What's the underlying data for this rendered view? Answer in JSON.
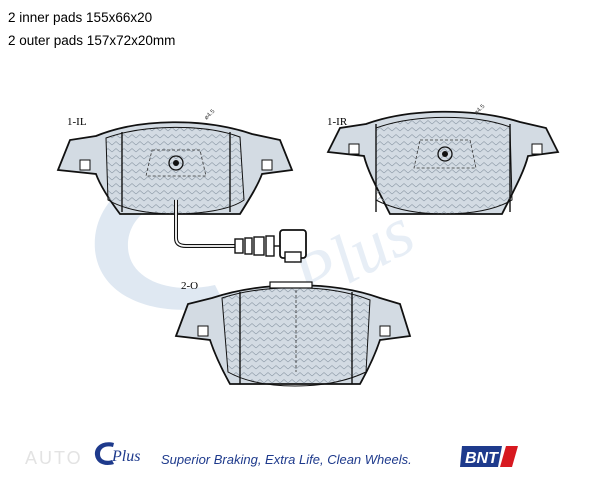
{
  "captions": {
    "inner": "2 inner pads 155x66x20",
    "outer": "2 outer pads 157x72x20mm"
  },
  "labels": {
    "inner_left": "1-IL",
    "inner_right": "1-IR",
    "outer": "2-O",
    "marker": "ø4.5"
  },
  "watermark": {
    "brand": "C Plus",
    "autotext": "AUTO"
  },
  "footer": {
    "tagline": "Superior Braking, Extra Life, Clean Wheels.",
    "bnt_logo": "BNT"
  },
  "colors": {
    "pad_fill": "#c9d3dc",
    "outline": "#111111",
    "watermark": "#dfe8f2",
    "brand_blue": "#1e3a8c",
    "bnt_red": "#d71920"
  }
}
